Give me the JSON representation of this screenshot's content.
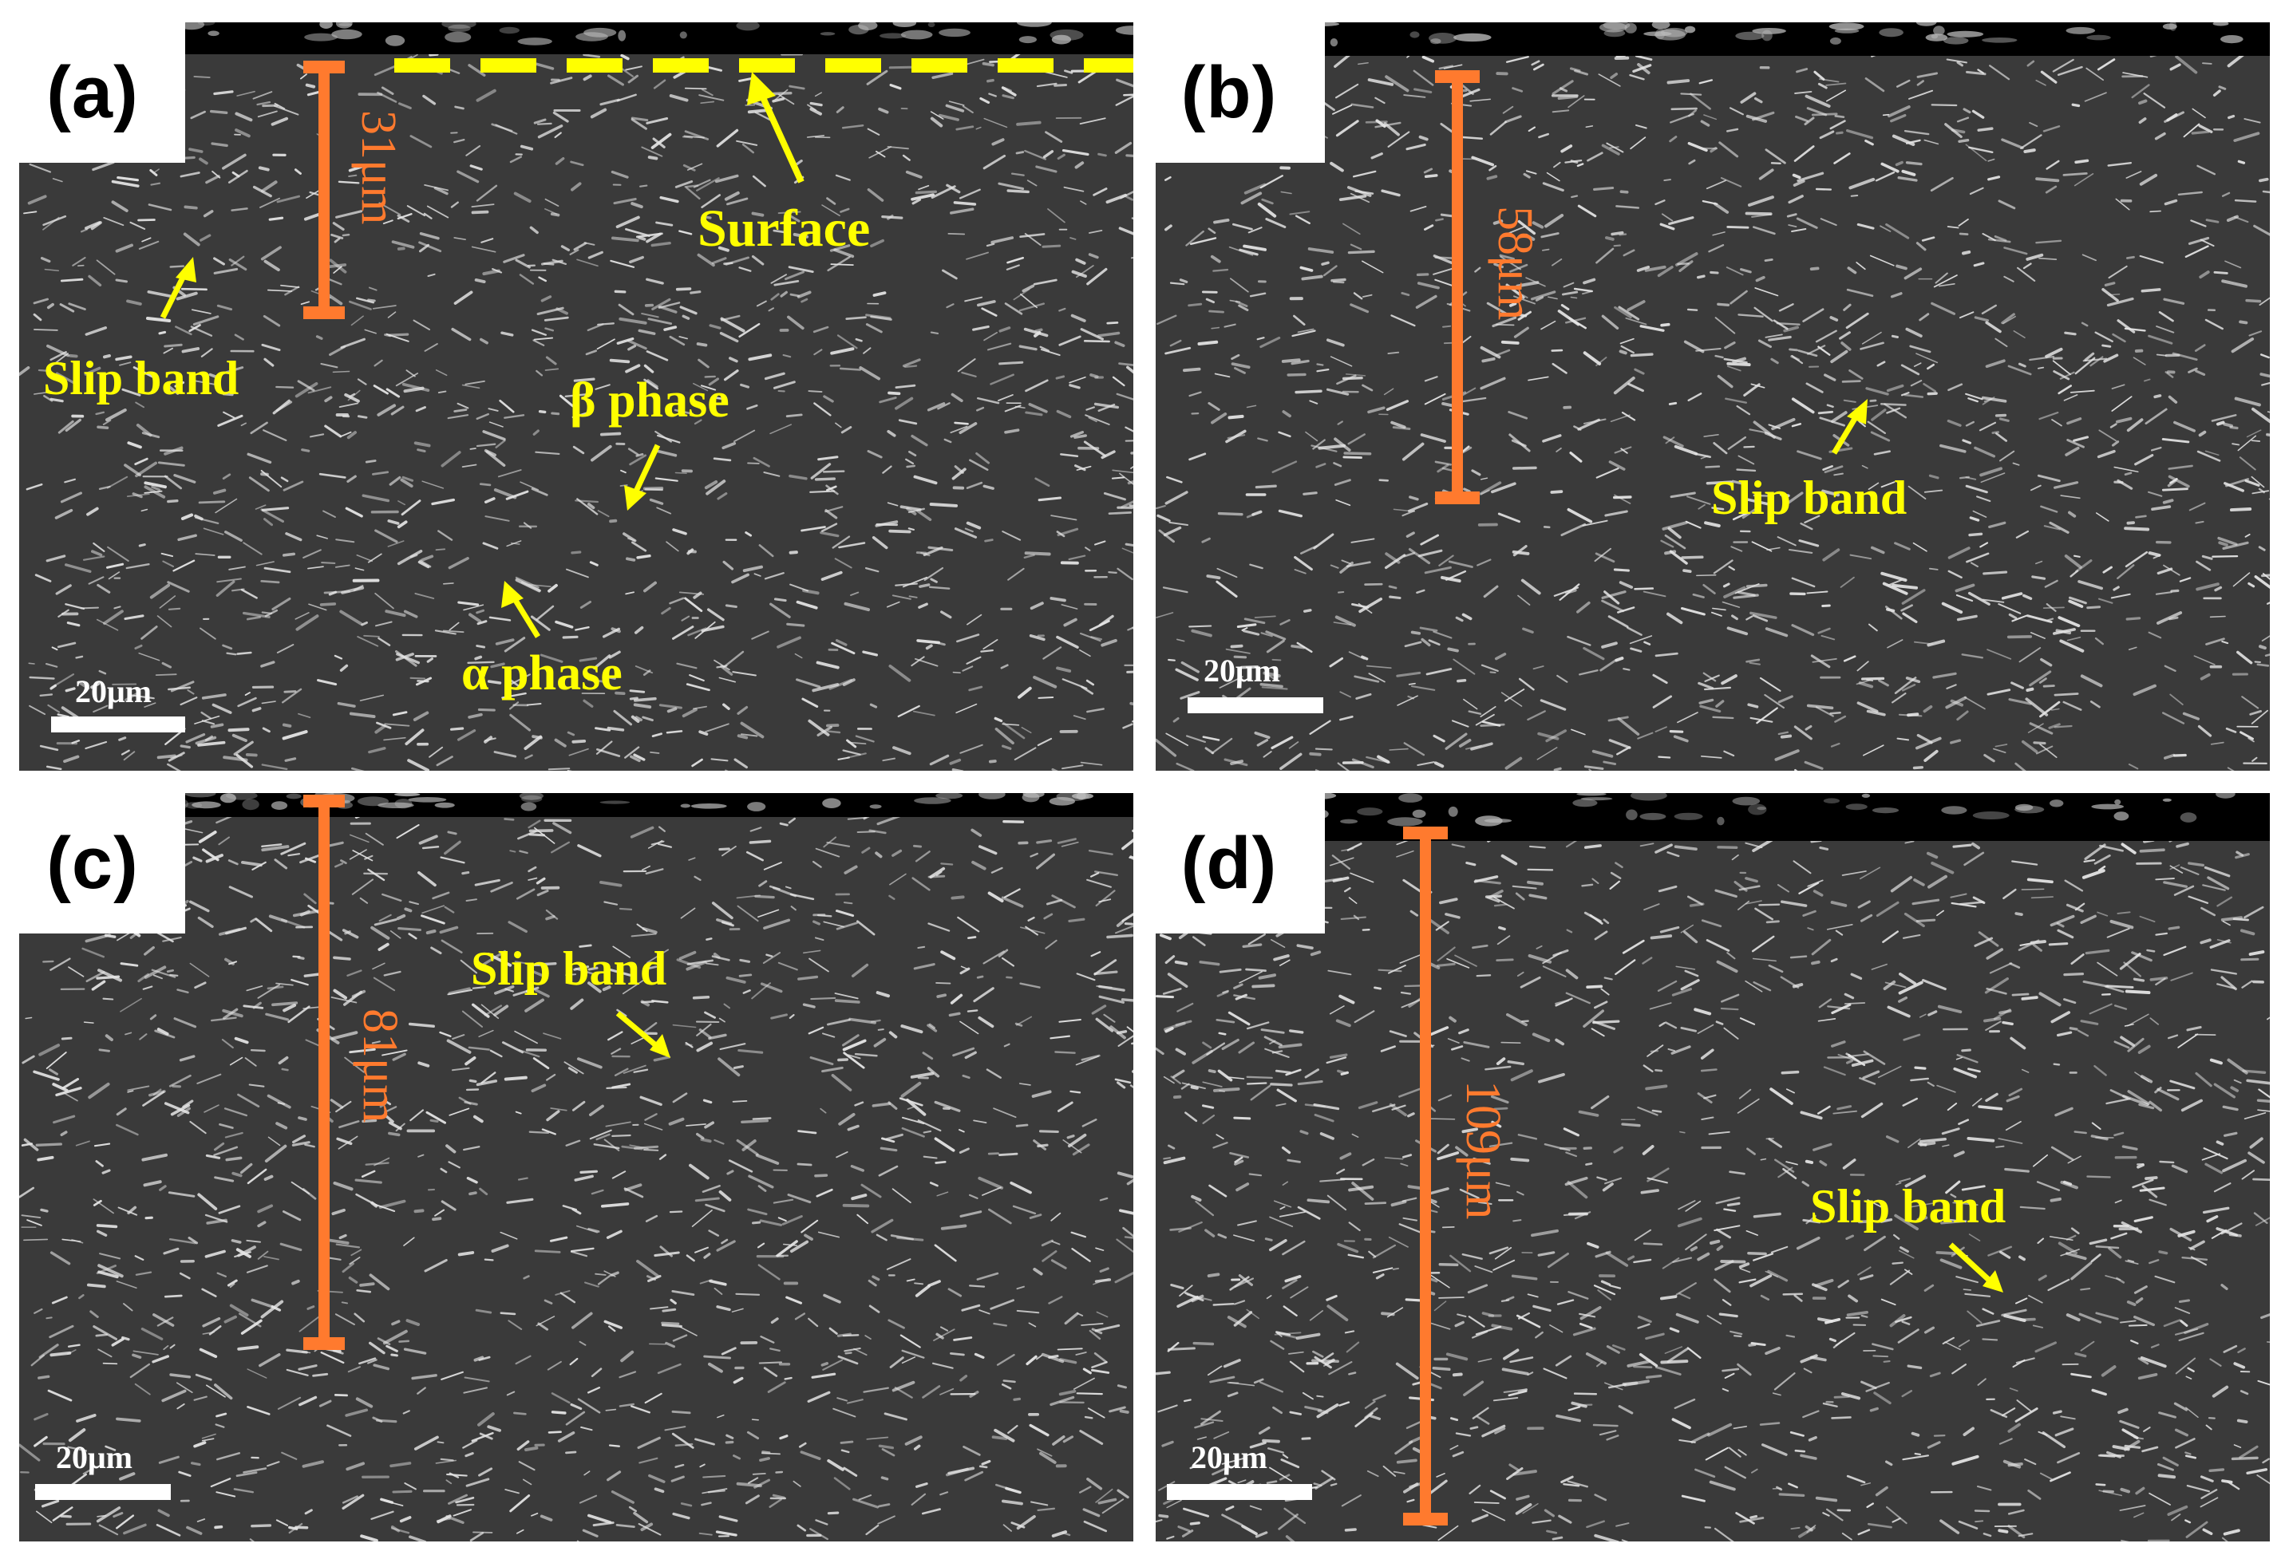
{
  "figure": {
    "colors": {
      "annotation": "#ffff00",
      "depth_bar": "#ff7a2e",
      "background": "#3a3a3a",
      "phase_particles": "#e6e6e6",
      "surface_layer": "#000000"
    },
    "panels": [
      {
        "label": "(a)",
        "depth_label": "31μm",
        "scale_label": "20μm",
        "annotations": [
          "Surface",
          "Slip band",
          "β phase",
          "α phase"
        ]
      },
      {
        "label": "(b)",
        "depth_label": "58μm",
        "scale_label": "20μm",
        "annotations": [
          "Slip band"
        ]
      },
      {
        "label": "(c)",
        "depth_label": "81μm",
        "scale_label": "20μm",
        "annotations": [
          "Slip band"
        ]
      },
      {
        "label": "(d)",
        "depth_label": "109μm",
        "scale_label": "20μm",
        "annotations": [
          "Slip band"
        ]
      }
    ]
  }
}
